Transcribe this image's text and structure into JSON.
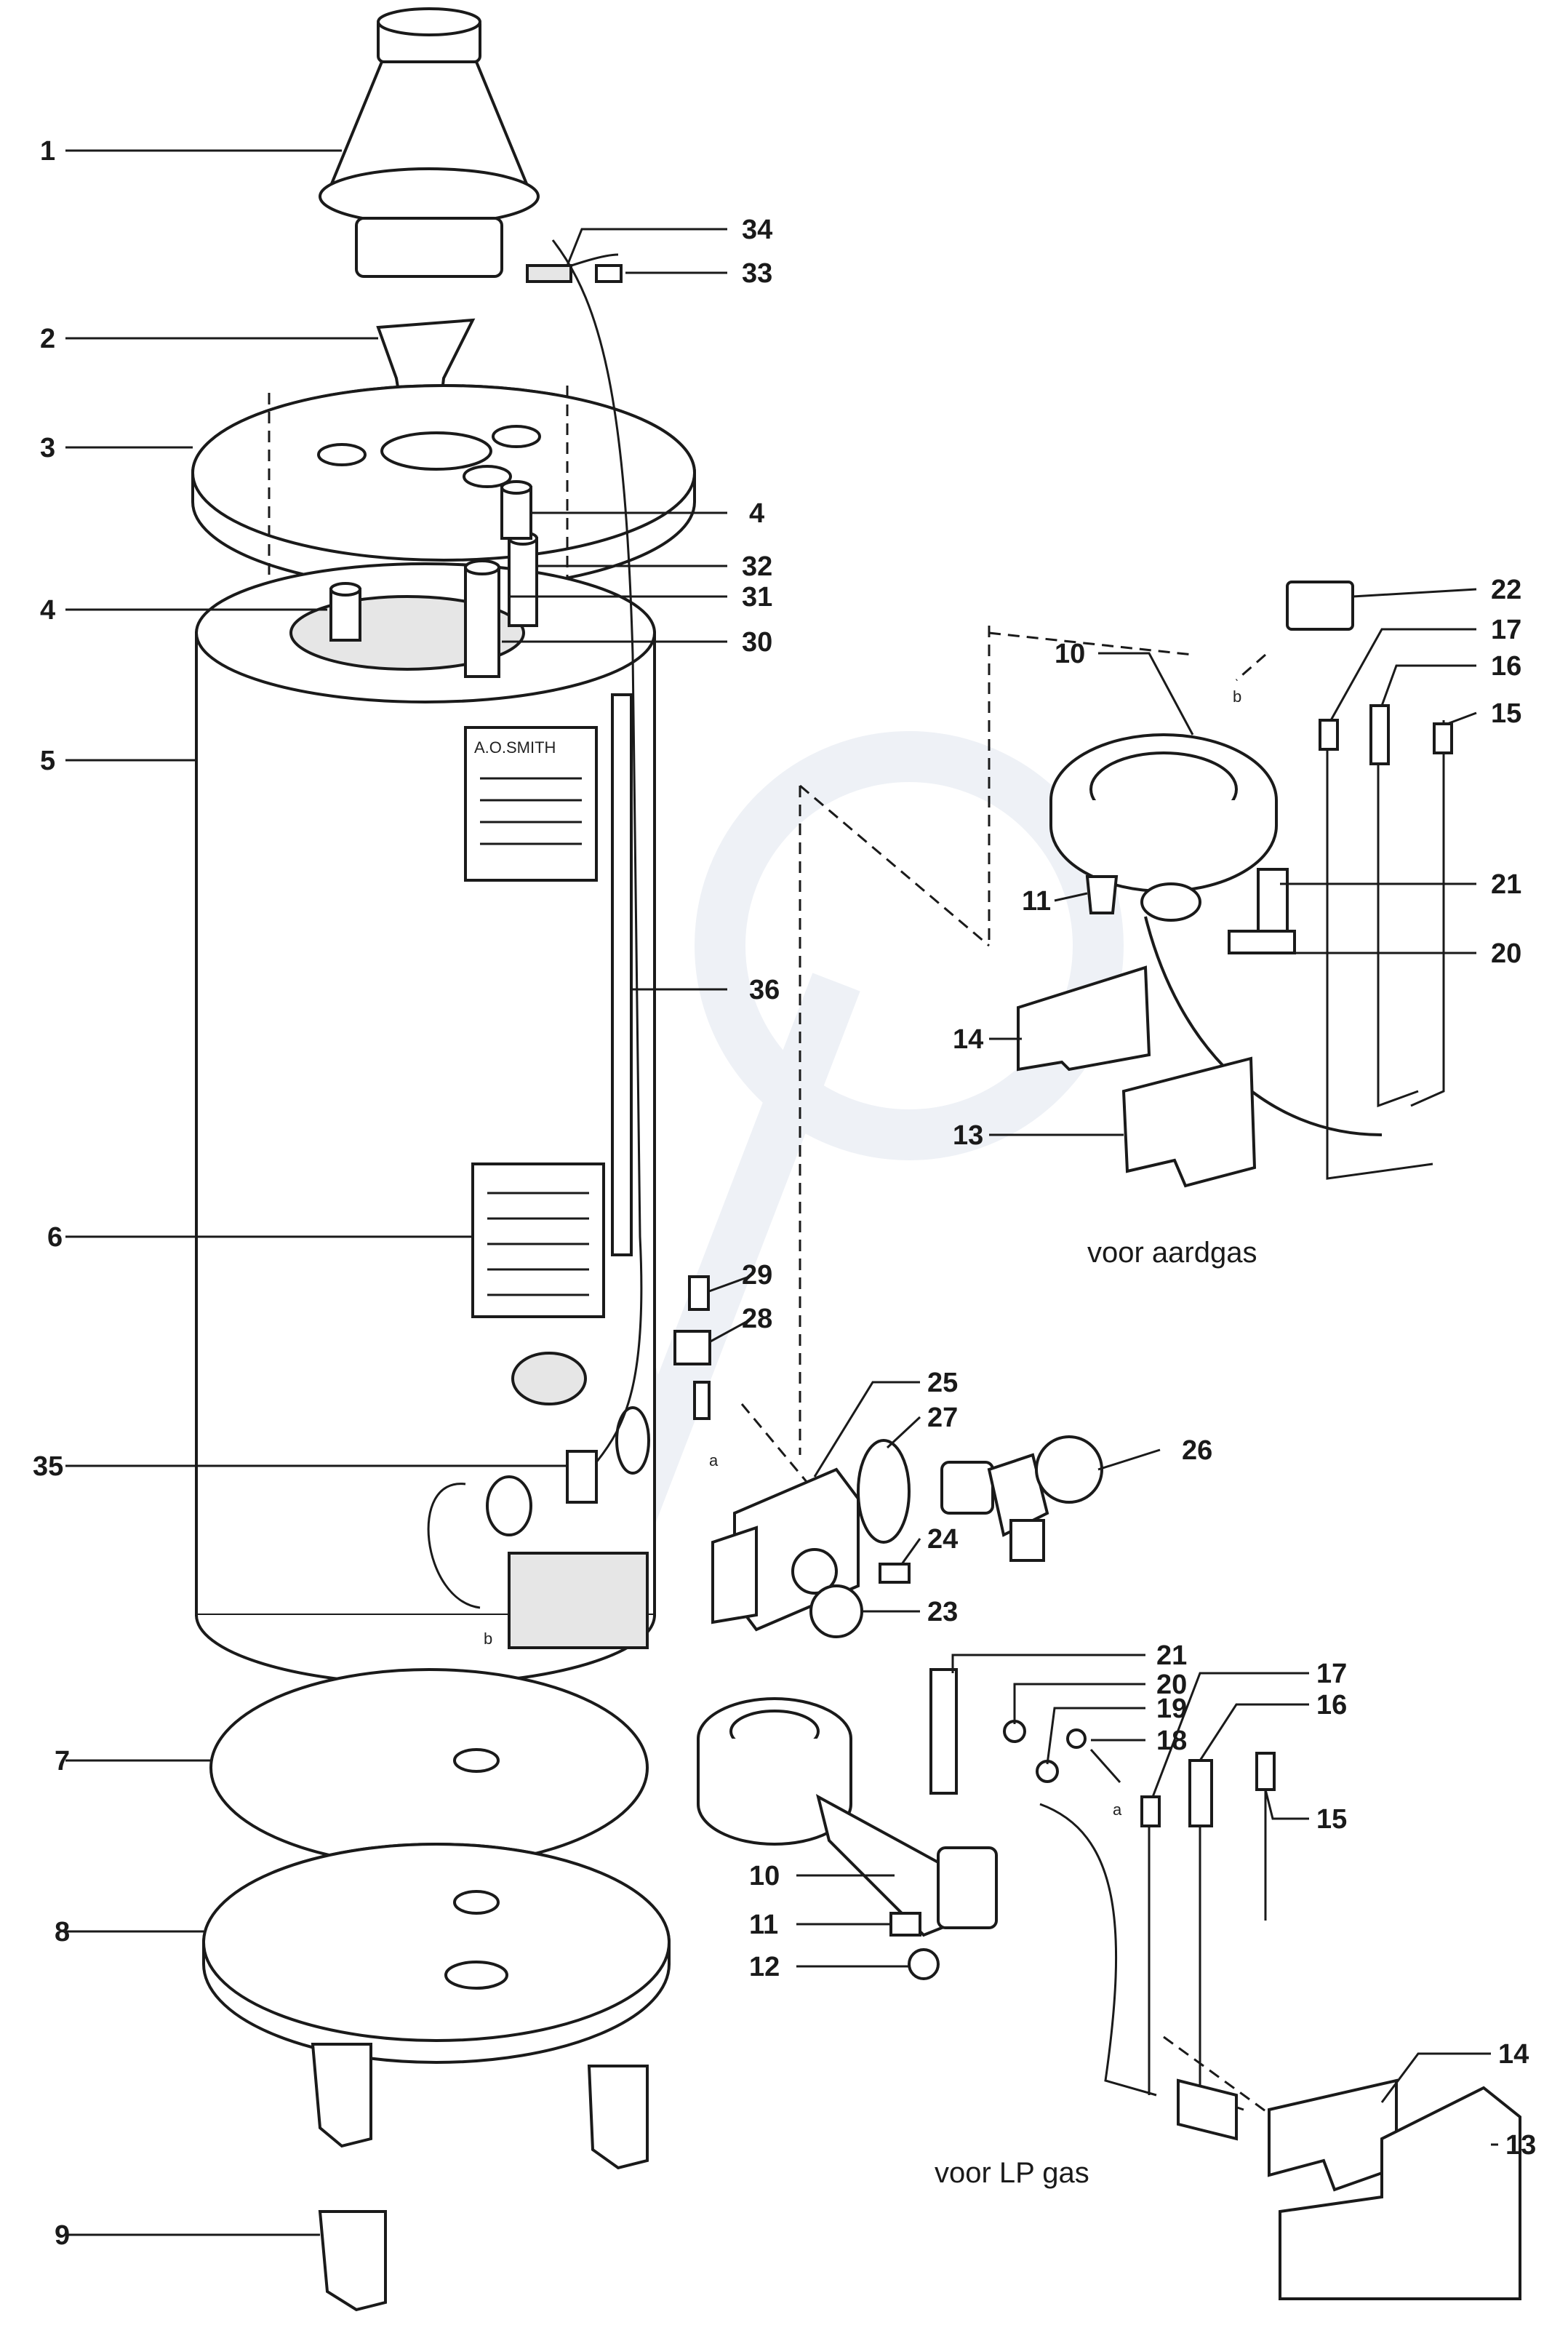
{
  "callouts": {
    "c1": "1",
    "c2": "2",
    "c3": "3",
    "c4a": "4",
    "c4b": "4",
    "c5": "5",
    "c6": "6",
    "c7": "7",
    "c8": "8",
    "c9": "9",
    "c10a": "10",
    "c10b": "10",
    "c11a": "11",
    "c11b": "11",
    "c12": "12",
    "c13a": "13",
    "c13b": "13",
    "c14a": "14",
    "c14b": "14",
    "c15a": "15",
    "c15b": "15",
    "c16a": "16",
    "c16b": "16",
    "c17a": "17",
    "c17b": "17",
    "c18": "18",
    "c19": "19",
    "c20a": "20",
    "c20b": "20",
    "c21a": "21",
    "c21b": "21",
    "c22": "22",
    "c23": "23",
    "c24": "24",
    "c25": "25",
    "c26": "26",
    "c27": "27",
    "c28": "28",
    "c29": "29",
    "c30": "30",
    "c31": "31",
    "c32": "32",
    "c33": "33",
    "c34": "34",
    "c35": "35",
    "c36": "36"
  },
  "captions": {
    "natural_gas": "voor aardgas",
    "lp_gas": "voor LP gas"
  },
  "markers": {
    "a1": "a",
    "a2": "a",
    "b1": "b",
    "b2": "b"
  },
  "tank_label": {
    "brand": "A.O.SMITH"
  }
}
